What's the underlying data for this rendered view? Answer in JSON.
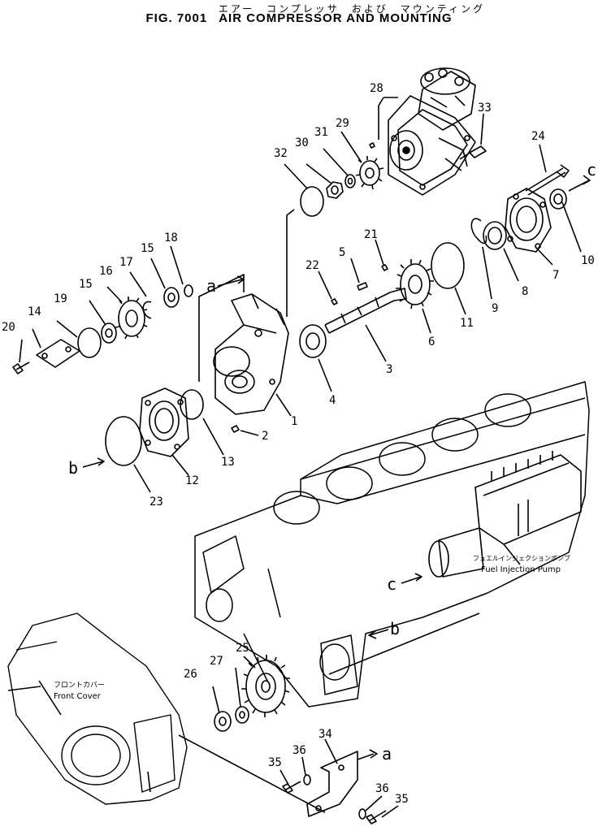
{
  "header": {
    "title_jp": "エアー　コンプレッサ　および　マウンティング",
    "fig_no": "FIG. 7001",
    "title_en": "AIR COMPRESSOR AND MOUNTING"
  },
  "callouts": {
    "front_cover_jp": "フロントカバー",
    "front_cover_en": "Front Cover",
    "fuel_pump_jp": "フュエルインジェクションポンプ",
    "fuel_pump_en": "Fuel Injection Pump"
  },
  "refs": {
    "a": "a",
    "b": "b",
    "c": "c"
  },
  "parts": [
    "1",
    "2",
    "3",
    "4",
    "5",
    "6",
    "7",
    "8",
    "9",
    "10",
    "11",
    "12",
    "13",
    "14",
    "15",
    "16",
    "17",
    "18",
    "19",
    "20",
    "21",
    "22",
    "23",
    "24",
    "25",
    "26",
    "27",
    "28",
    "29",
    "30",
    "31",
    "32",
    "33",
    "34",
    "35",
    "36"
  ]
}
